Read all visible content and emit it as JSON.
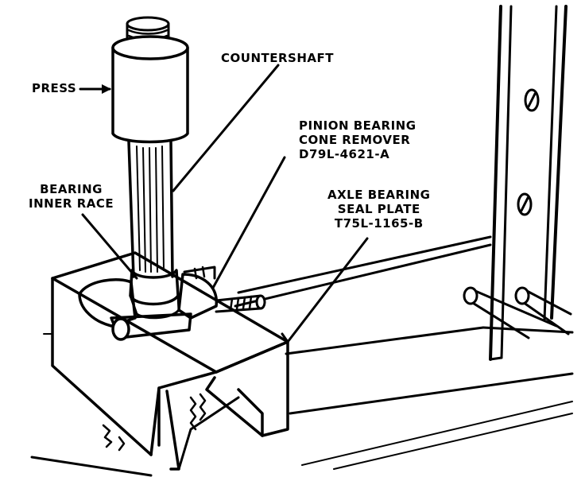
{
  "labels": {
    "press": "PRESS",
    "countershaft": "COUNTERSHAFT",
    "pinion_remover": {
      "line1": "PINION BEARING",
      "line2": "CONE REMOVER",
      "part_number": "D79L-4621-A"
    },
    "bearing_inner_race": {
      "line1": "BEARING",
      "line2": "INNER RACE"
    },
    "seal_plate": {
      "line1": "AXLE BEARING",
      "line2": "SEAL PLATE",
      "part_number": "T75L-1165-B"
    }
  },
  "colors": {
    "ink": "#000000",
    "paper": "#ffffff"
  }
}
